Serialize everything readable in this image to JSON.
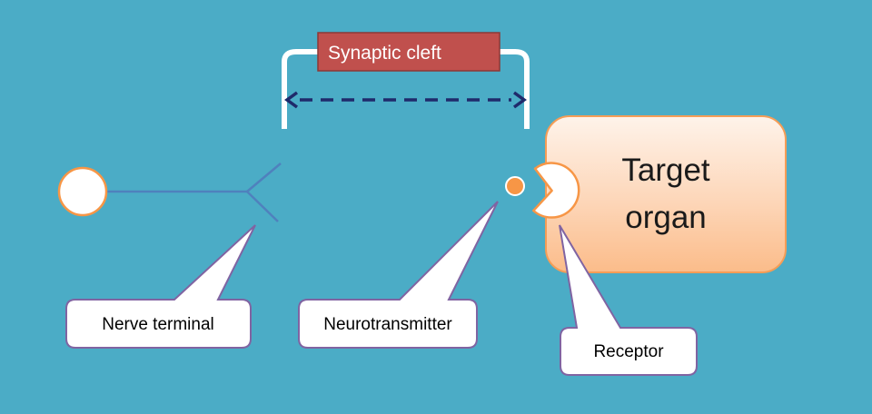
{
  "diagram": {
    "cleft_label": "Synaptic cleft",
    "target_label_line1": "Target",
    "target_label_line2": "organ",
    "callouts": {
      "nerve_terminal": "Nerve terminal",
      "neurotransmitter": "Neurotransmitter",
      "receptor": "Receptor"
    },
    "colors": {
      "background": "#4bacc6",
      "cleft_box": "#c0504d",
      "arrow": "#1f2a6b",
      "neuron_line": "#4f81bd",
      "neurotransmitter": "#f79646",
      "target_organ_top": "#fde9d9",
      "target_organ_bottom": "#fbbf8f",
      "callout_border": "#8064a2"
    }
  }
}
